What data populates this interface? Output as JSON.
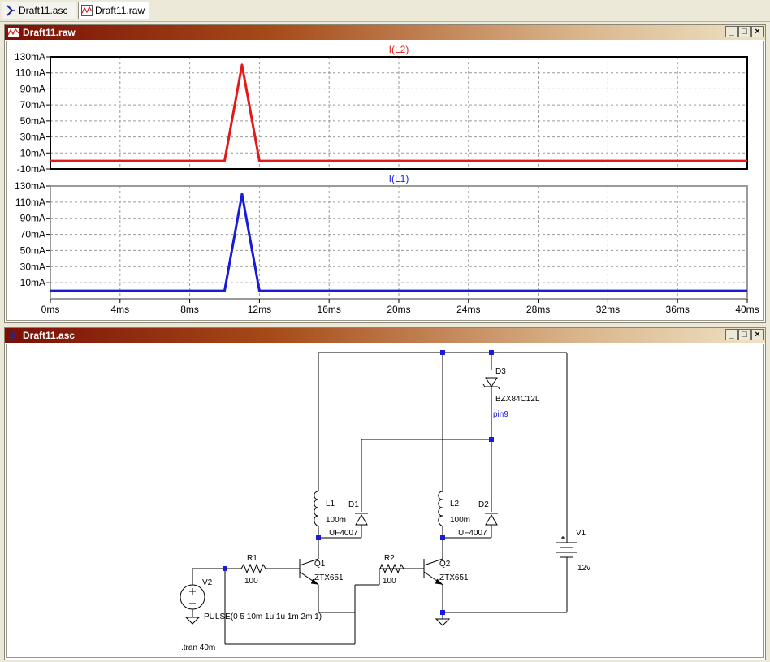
{
  "tabs": [
    {
      "label": "Draft11.asc",
      "icon": "schematic-icon"
    },
    {
      "label": "Draft11.raw",
      "icon": "waveform-icon"
    }
  ],
  "waveform_window": {
    "title": "Draft11.raw"
  },
  "schematic_window": {
    "title": "Draft11.asc"
  },
  "window_buttons": {
    "minimize": "_",
    "restore": "□",
    "close": "×"
  },
  "chart_data": [
    {
      "type": "line",
      "title": "I(L2)",
      "series": [
        {
          "name": "I(L2)",
          "color": "#e41a1a",
          "x": [
            0,
            10,
            11,
            12,
            40
          ],
          "y": [
            0,
            0,
            120,
            0,
            0
          ]
        }
      ],
      "x_unit": "ms",
      "y_ticks": [
        "130mA",
        "110mA",
        "90mA",
        "70mA",
        "50mA",
        "30mA",
        "10mA",
        "-10mA"
      ],
      "ylim": [
        -10,
        130
      ],
      "xlim": [
        0,
        40
      ],
      "grid": true
    },
    {
      "type": "line",
      "title": "I(L1)",
      "series": [
        {
          "name": "I(L1)",
          "color": "#1a1ad9",
          "x": [
            0,
            10,
            11,
            12,
            40
          ],
          "y": [
            0,
            0,
            120,
            0,
            0
          ]
        }
      ],
      "x_ticks": [
        "0ms",
        "4ms",
        "8ms",
        "12ms",
        "16ms",
        "20ms",
        "24ms",
        "28ms",
        "32ms",
        "36ms",
        "40ms"
      ],
      "y_ticks": [
        "130mA",
        "110mA",
        "90mA",
        "70mA",
        "50mA",
        "30mA",
        "10mA"
      ],
      "ylim": [
        -10,
        130
      ],
      "xlim": [
        0,
        40
      ],
      "grid": true
    }
  ],
  "schematic": {
    "d3": {
      "ref": "D3",
      "value": "BZX84C12L"
    },
    "net_label": "pin9",
    "l1": {
      "ref": "L1",
      "value": "100m"
    },
    "d1": {
      "ref": "D1",
      "value": "UF4007"
    },
    "l2": {
      "ref": "L2",
      "value": "100m"
    },
    "d2": {
      "ref": "D2",
      "value": "UF4007"
    },
    "v1": {
      "ref": "V1",
      "value": "12v"
    },
    "r1": {
      "ref": "R1",
      "value": "100"
    },
    "q1": {
      "ref": "Q1",
      "value": "ZTX651"
    },
    "r2": {
      "ref": "R2",
      "value": "100"
    },
    "q2": {
      "ref": "Q2",
      "value": "ZTX651"
    },
    "v2": {
      "ref": "V2",
      "value": "PULSE(0 5 10m 1u 1u 1m 2m 1)"
    },
    "directive": ".tran 40m"
  }
}
